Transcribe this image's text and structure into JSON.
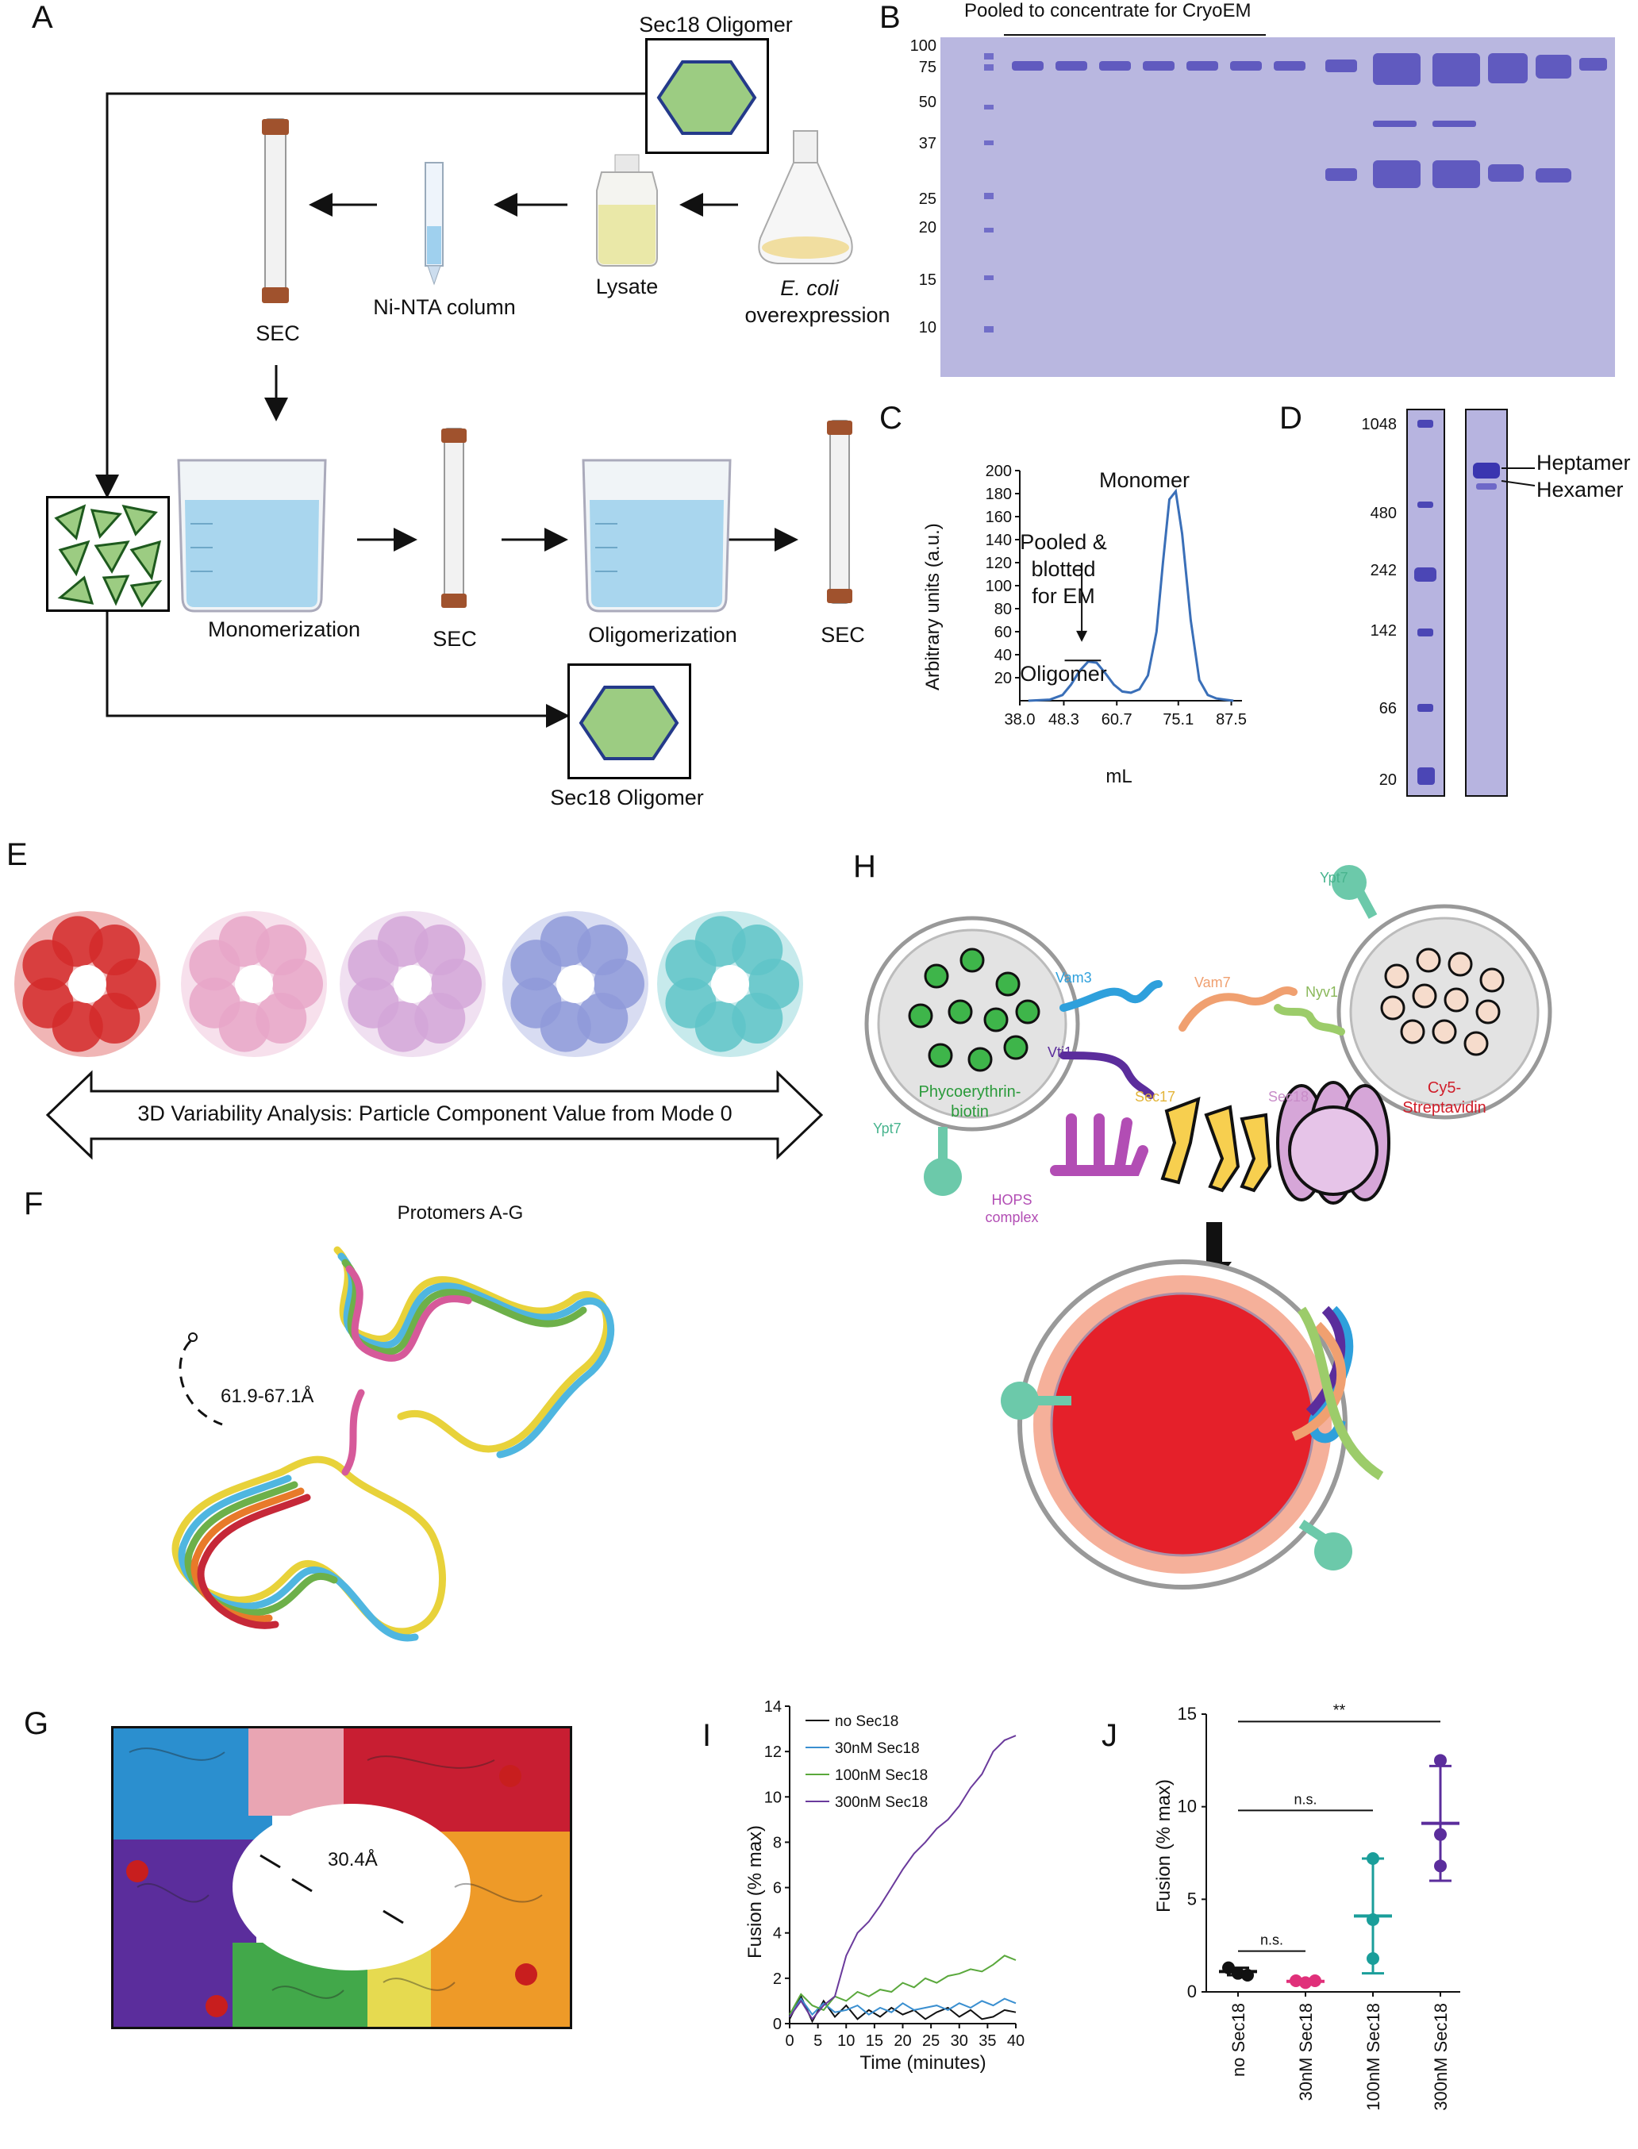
{
  "panels": {
    "A": "A",
    "B": "B",
    "C": "C",
    "D": "D",
    "E": "E",
    "F": "F",
    "G": "G",
    "H": "H",
    "I": "I",
    "J": "J"
  },
  "panel_a": {
    "sec18_oligomer_top": "Sec18 Oligomer",
    "sec18_oligomer_bottom": "Sec18 Oligomer",
    "ecoli": "E. coli",
    "overexpression": "overexpression",
    "lysate": "Lysate",
    "ni_nta": "Ni-NTA column",
    "sec1": "SEC",
    "monomerization": "Monomerization",
    "sec2": "SEC",
    "oligomerization": "Oligomerization",
    "sec3": "SEC"
  },
  "panel_b": {
    "caption": "Pooled to concentrate for CryoEM",
    "markers": [
      "100",
      "75",
      "50",
      "37",
      "25",
      "20",
      "15",
      "10"
    ]
  },
  "panel_c": {
    "ylabel": "Arbitrary units (a.u.)",
    "xlabel": "mL",
    "peak_monomer": "Monomer",
    "annotation_line1": "Pooled &",
    "annotation_line2": "blotted",
    "annotation_line3": "for EM",
    "peak_oligomer": "Oligomer"
  },
  "panel_d": {
    "markers": [
      "1048",
      "480",
      "242",
      "142",
      "66",
      "20"
    ],
    "heptamer": "Heptamer",
    "hexamer": "Hexamer"
  },
  "panel_e": {
    "arrow_text": "3D Variability Analysis: Particle Component Value from Mode 0",
    "colors": [
      "#d42a2a",
      "#e8a6c8",
      "#d3a6d8",
      "#8f9ad9",
      "#5fc4c8"
    ]
  },
  "panel_f": {
    "title": "Protomers A-G",
    "distance": "61.9-67.1Å"
  },
  "panel_g": {
    "distance": "30.4Å"
  },
  "panel_h": {
    "left_label_line1": "Phycoerythrin-",
    "left_label_line2": "biotin",
    "right_label_line1": "Cy5-",
    "right_label_line2": "Streptavidin",
    "vam3": "Vam3",
    "vti1": "Vti1",
    "vam7": "Vam7",
    "nyv1": "Nyv1",
    "ypt7_top": "Ypt7",
    "ypt7_left": "Ypt7",
    "sec17": "Sec17",
    "sec18": "Sec18",
    "hops_line1": "HOPS",
    "hops_line2": "complex"
  },
  "panel_i": {
    "xlabel": "Time (minutes)",
    "ylabel": "Fusion (% max)",
    "legend": [
      "no Sec18",
      "30nM Sec18",
      "100nM Sec18",
      "300nM Sec18"
    ]
  },
  "panel_j": {
    "ylabel": "Fusion (% max)",
    "sig_top": "**",
    "sig_mid": "n.s.",
    "sig_low": "n.s."
  },
  "chart_data": [
    {
      "type": "line",
      "panel": "C",
      "xlabel": "mL",
      "ylabel": "Arbitrary units (a.u.)",
      "xticks": [
        "38.0",
        "48.3",
        "60.7",
        "75.1",
        "87.5"
      ],
      "ylim": [
        0,
        200
      ],
      "yticks": [
        20,
        40,
        60,
        80,
        100,
        120,
        140,
        160,
        180,
        200
      ],
      "series": [
        {
          "x": [
            40,
            45,
            48,
            50,
            52,
            54,
            56,
            58,
            60,
            62,
            64,
            66,
            68,
            70,
            71.5,
            73,
            74.5,
            76,
            78,
            80,
            82,
            84,
            86,
            88
          ],
          "values": [
            0,
            1,
            5,
            14,
            26,
            34,
            33,
            24,
            14,
            8,
            7,
            10,
            22,
            60,
            120,
            175,
            182,
            145,
            70,
            18,
            5,
            2,
            1,
            0
          ]
        }
      ]
    },
    {
      "type": "line",
      "panel": "I",
      "xlabel": "Time (minutes)",
      "ylabel": "Fusion (% max)",
      "xlim": [
        0,
        40
      ],
      "ylim": [
        0,
        14
      ],
      "xticks": [
        0,
        5,
        10,
        15,
        20,
        25,
        30,
        35,
        40
      ],
      "yticks": [
        0,
        2,
        4,
        6,
        8,
        10,
        12,
        14
      ],
      "x": [
        0,
        2,
        4,
        6,
        8,
        10,
        12,
        14,
        16,
        18,
        20,
        22,
        24,
        26,
        28,
        30,
        32,
        34,
        36,
        38,
        40
      ],
      "series": [
        {
          "name": "no Sec18",
          "color": "#111111",
          "values": [
            0.2,
            1.2,
            0.1,
            1.0,
            0.3,
            0.8,
            0.2,
            0.6,
            0.3,
            0.7,
            0.4,
            0.6,
            0.2,
            0.5,
            0.7,
            0.3,
            0.6,
            0.2,
            0.3,
            0.6,
            0.5
          ]
        },
        {
          "name": "30nM Sec18",
          "color": "#3a8fd0",
          "values": [
            0.3,
            1.1,
            0.4,
            0.9,
            0.5,
            0.6,
            0.8,
            0.4,
            0.7,
            0.5,
            0.9,
            0.6,
            0.7,
            0.8,
            0.6,
            0.9,
            0.7,
            1.0,
            0.8,
            1.1,
            0.9
          ]
        },
        {
          "name": "100nM Sec18",
          "color": "#5aa83c",
          "values": [
            0.4,
            1.3,
            0.8,
            0.6,
            1.2,
            1.0,
            1.4,
            1.2,
            1.5,
            1.4,
            1.8,
            1.6,
            2.0,
            1.8,
            2.1,
            2.2,
            2.4,
            2.3,
            2.6,
            3.0,
            2.8
          ]
        },
        {
          "name": "300nM Sec18",
          "color": "#6a3a9c",
          "values": [
            0.3,
            1.0,
            0.2,
            0.8,
            1.2,
            3.0,
            4.0,
            4.5,
            5.2,
            6.0,
            6.8,
            7.5,
            8.0,
            8.6,
            9.0,
            9.6,
            10.4,
            11.0,
            12.0,
            12.5,
            12.7
          ]
        }
      ]
    },
    {
      "type": "scatter",
      "panel": "J",
      "ylabel": "Fusion (% max)",
      "ylim": [
        0,
        15
      ],
      "yticks": [
        0,
        5,
        10,
        15
      ],
      "categories": [
        "no Sec18",
        "30nM Sec18",
        "100nM Sec18",
        "300nM Sec18"
      ],
      "colors": [
        "#111111",
        "#e0307a",
        "#1a9e9a",
        "#5b2d9c"
      ],
      "points": [
        [
          1.3,
          1.0,
          0.9
        ],
        [
          0.6,
          0.5,
          0.6
        ],
        [
          7.2,
          3.9,
          1.8
        ],
        [
          12.5,
          8.5,
          6.8
        ]
      ],
      "means": [
        1.1,
        0.57,
        4.1,
        9.1
      ],
      "sd": [
        0.2,
        0.06,
        3.1,
        3.1
      ]
    }
  ]
}
